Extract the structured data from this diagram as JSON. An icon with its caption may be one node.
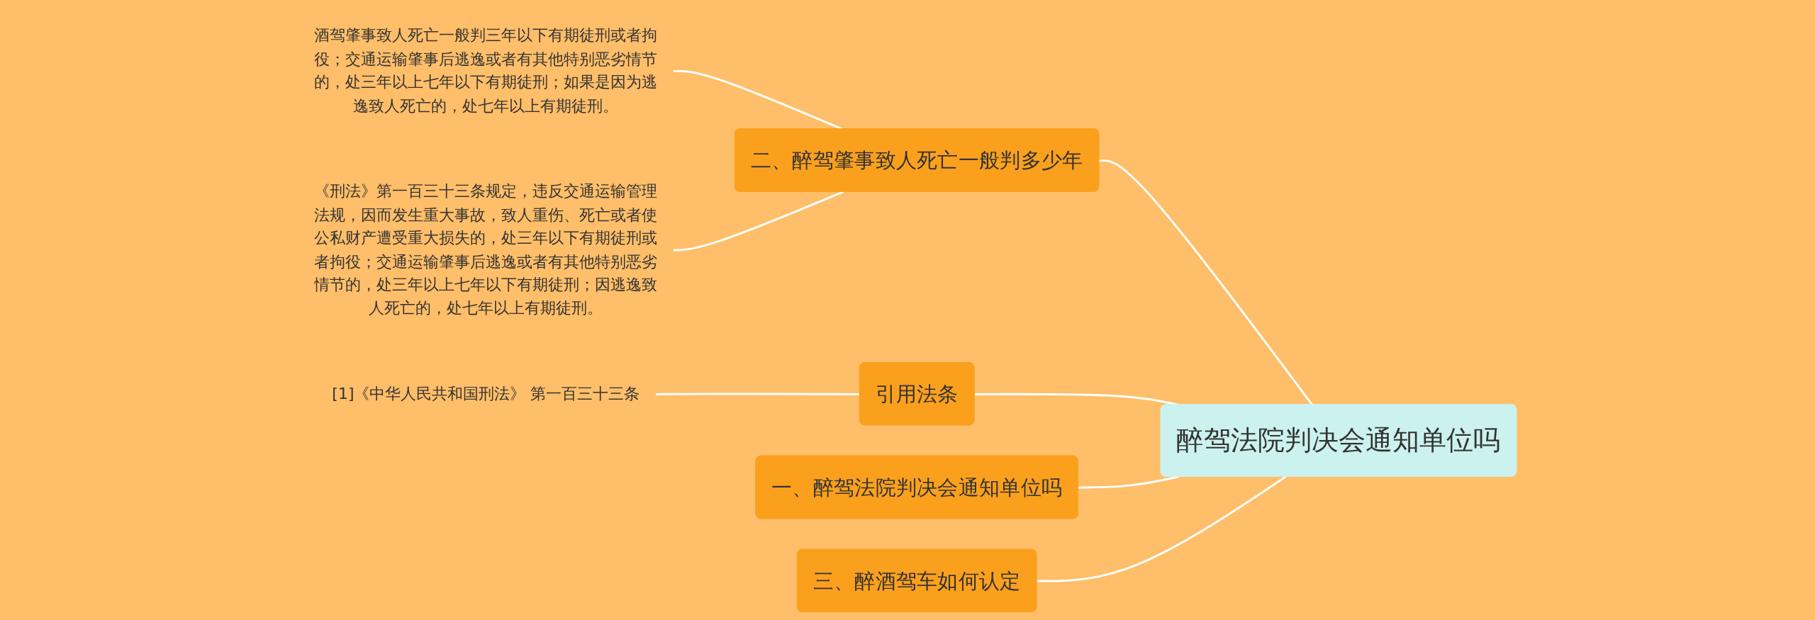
{
  "diagram": {
    "nodes": [
      {
        "text": [
          "醉驾法院判决会通知单位吗"
        ]
      },
      {
        "text": [
          "二、醉驾肇事致人死亡一般判多少年"
        ]
      },
      {
        "text": [
          "酒驾肇事致人死亡一般判三年以下有期徒刑或者拘役；交通运输肇事后逃逸或者有其他特别恶劣情节的，处三年以上七年以下有期徒刑；如果是因为逃逸致人死亡的，处七年以上有期徒刑。"
        ]
      },
      {
        "text": [
          "《刑法》第一百三十三条规定，违反交通运输管理法规，因而发生重大事故，致人重伤、死亡或者使公私财产遭受重大损失的，处三年以下有期徒刑或者拘役；交通运输肇事后逃逸或者有其他特别恶劣情节的，处三年以上七年以下有期徒刑；因逃逸致人死亡的，处七年以上有期徒刑。"
        ]
      },
      {
        "text": [
          "引用法条"
        ]
      },
      {
        "text": [
          "[1]《中华人民共和国刑法》 第一百三十三条"
        ]
      },
      {
        "text": [
          "一、醉驾法院判决会通知单位吗"
        ]
      },
      {
        "text": [
          "三、醉酒驾车如何认定"
        ]
      }
    ],
    "edges": [
      {
        "from": 0,
        "to": 1,
        "arrow": "none"
      },
      {
        "from": 1,
        "to": 2,
        "arrow": "none"
      },
      {
        "from": 1,
        "to": 3,
        "arrow": "none"
      },
      {
        "from": 0,
        "to": 4,
        "arrow": "none"
      },
      {
        "from": 4,
        "to": 5,
        "arrow": "none"
      },
      {
        "from": 0,
        "to": 6,
        "arrow": "none"
      },
      {
        "from": 0,
        "to": 7,
        "arrow": "none"
      }
    ]
  }
}
